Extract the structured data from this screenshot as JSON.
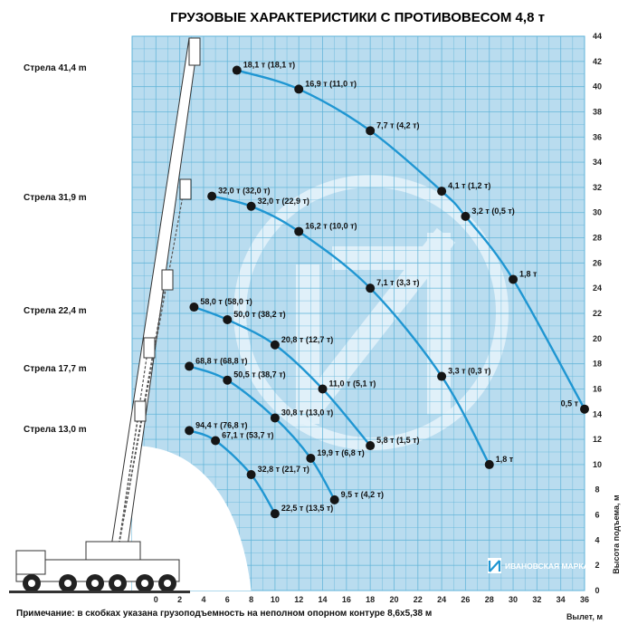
{
  "title": "ГРУЗОВЫЕ ХАРАКТЕРИСТИКИ С ПРОТИВОВЕСОМ 4,8 т",
  "note": "Примечание: в скобках указана грузоподъемность на неполном опорном контуре 8,6х5,38 м",
  "ylabel": "Высота подъема, м",
  "xlabel": "Вылет, м",
  "logo_text": "ИВАНОВСКАЯ МАРКА",
  "colors": {
    "grid_bg": "#b9dcef",
    "grid_line": "#5fb3d8",
    "curve": "#1f96d2",
    "point": "#151515",
    "watermark": "#e4f2fa"
  },
  "chart_data": {
    "type": "line",
    "xlim": [
      -2,
      36
    ],
    "ylim": [
      0,
      44
    ],
    "x_ticks": [
      "0",
      "2",
      "4",
      "6",
      "8",
      "10",
      "12",
      "14",
      "16",
      "18",
      "20",
      "22",
      "24",
      "26",
      "28",
      "30",
      "32",
      "34",
      "36"
    ],
    "y_ticks": [
      "0",
      "2",
      "4",
      "6",
      "8",
      "10",
      "12",
      "14",
      "16",
      "18",
      "20",
      "22",
      "24",
      "26",
      "28",
      "30",
      "32",
      "34",
      "36",
      "38",
      "40",
      "42",
      "44"
    ],
    "grid": true,
    "series": [
      {
        "name": "Стрела 41,4 m",
        "label_y": 41.5,
        "points": [
          {
            "x": 6.8,
            "y": 41.3,
            "label": "18,1 т (18,1 т)"
          },
          {
            "x": 12,
            "y": 39.8,
            "label": "16,9 т (11,0 т)"
          },
          {
            "x": 18,
            "y": 36.5,
            "label": "7,7 т (4,2 т)"
          },
          {
            "x": 24,
            "y": 31.7,
            "label": "4,1 т (1,2 т)"
          },
          {
            "x": 26,
            "y": 29.7,
            "label": "3,2 т (0,5 т)"
          },
          {
            "x": 30,
            "y": 24.7,
            "label": "1,8 т"
          },
          {
            "x": 36,
            "y": 14.4,
            "label": "0,5 т"
          }
        ]
      },
      {
        "name": "Стрела 31,9 m",
        "label_y": 31.2,
        "points": [
          {
            "x": 4.7,
            "y": 31.3,
            "label": "32,0 т (32,0 т)"
          },
          {
            "x": 8,
            "y": 30.5,
            "label": "32,0 т (22,9 т)"
          },
          {
            "x": 12,
            "y": 28.5,
            "label": "16,2 т (10,0 т)"
          },
          {
            "x": 18,
            "y": 24,
            "label": "7,1 т (3,3 т)"
          },
          {
            "x": 24,
            "y": 17,
            "label": "3,3 т (0,3 т)"
          },
          {
            "x": 28,
            "y": 10,
            "label": "1,8 т"
          }
        ]
      },
      {
        "name": "Стрела 22,4 m",
        "label_y": 22.2,
        "points": [
          {
            "x": 3.2,
            "y": 22.5,
            "label": "58,0 т (58,0 т)"
          },
          {
            "x": 6,
            "y": 21.5,
            "label": "50,0 т (38,2 т)"
          },
          {
            "x": 10,
            "y": 19.5,
            "label": "20,8 т (12,7 т)"
          },
          {
            "x": 14,
            "y": 16,
            "label": "11,0 т (5,1 т)"
          },
          {
            "x": 18,
            "y": 11.5,
            "label": "5,8 т (1,5 т)"
          }
        ]
      },
      {
        "name": "Стрела 17,7 m",
        "label_y": 17.6,
        "points": [
          {
            "x": 2.8,
            "y": 17.8,
            "label": "68,8 т (68,8 т)"
          },
          {
            "x": 6,
            "y": 16.7,
            "label": "50,5 т (38,7 т)"
          },
          {
            "x": 10,
            "y": 13.7,
            "label": "30,8 т (13,0 т)"
          },
          {
            "x": 13,
            "y": 10.5,
            "label": "19,9 т (6,8 т)"
          },
          {
            "x": 15,
            "y": 7.2,
            "label": "9,5 т (4,2 т)"
          }
        ]
      },
      {
        "name": "Стрела 13,0 m",
        "label_y": 12.8,
        "points": [
          {
            "x": 2.8,
            "y": 12.7,
            "label": "94,4 т (76,8 т)"
          },
          {
            "x": 5,
            "y": 11.9,
            "label": "67,1 т (53,7 т)"
          },
          {
            "x": 8,
            "y": 9.2,
            "label": "32,8 т (21,7 т)"
          },
          {
            "x": 10,
            "y": 6.1,
            "label": "22,5 т (13,5 т)"
          }
        ]
      }
    ]
  }
}
